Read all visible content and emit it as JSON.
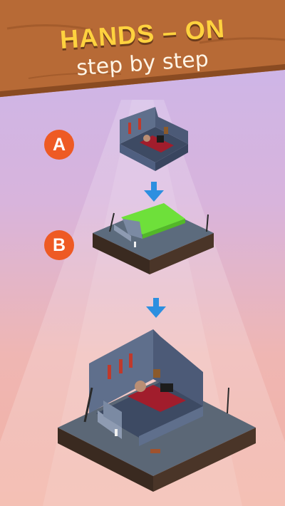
{
  "banner": {
    "headline": "HANDS – ON",
    "subline": "step by step"
  },
  "steps": [
    {
      "badge": "A"
    },
    {
      "badge": "B"
    }
  ],
  "colors": {
    "banner_wood": "#b76a36",
    "headline": "#ffd23f",
    "badge": "#ee5a24",
    "arrow": "#2c8fe0",
    "grass": "#6ee03a",
    "soil": "#4a3528",
    "stone": "#5f6f8c"
  },
  "icons": [
    "down-arrow-icon",
    "down-arrow-icon"
  ]
}
